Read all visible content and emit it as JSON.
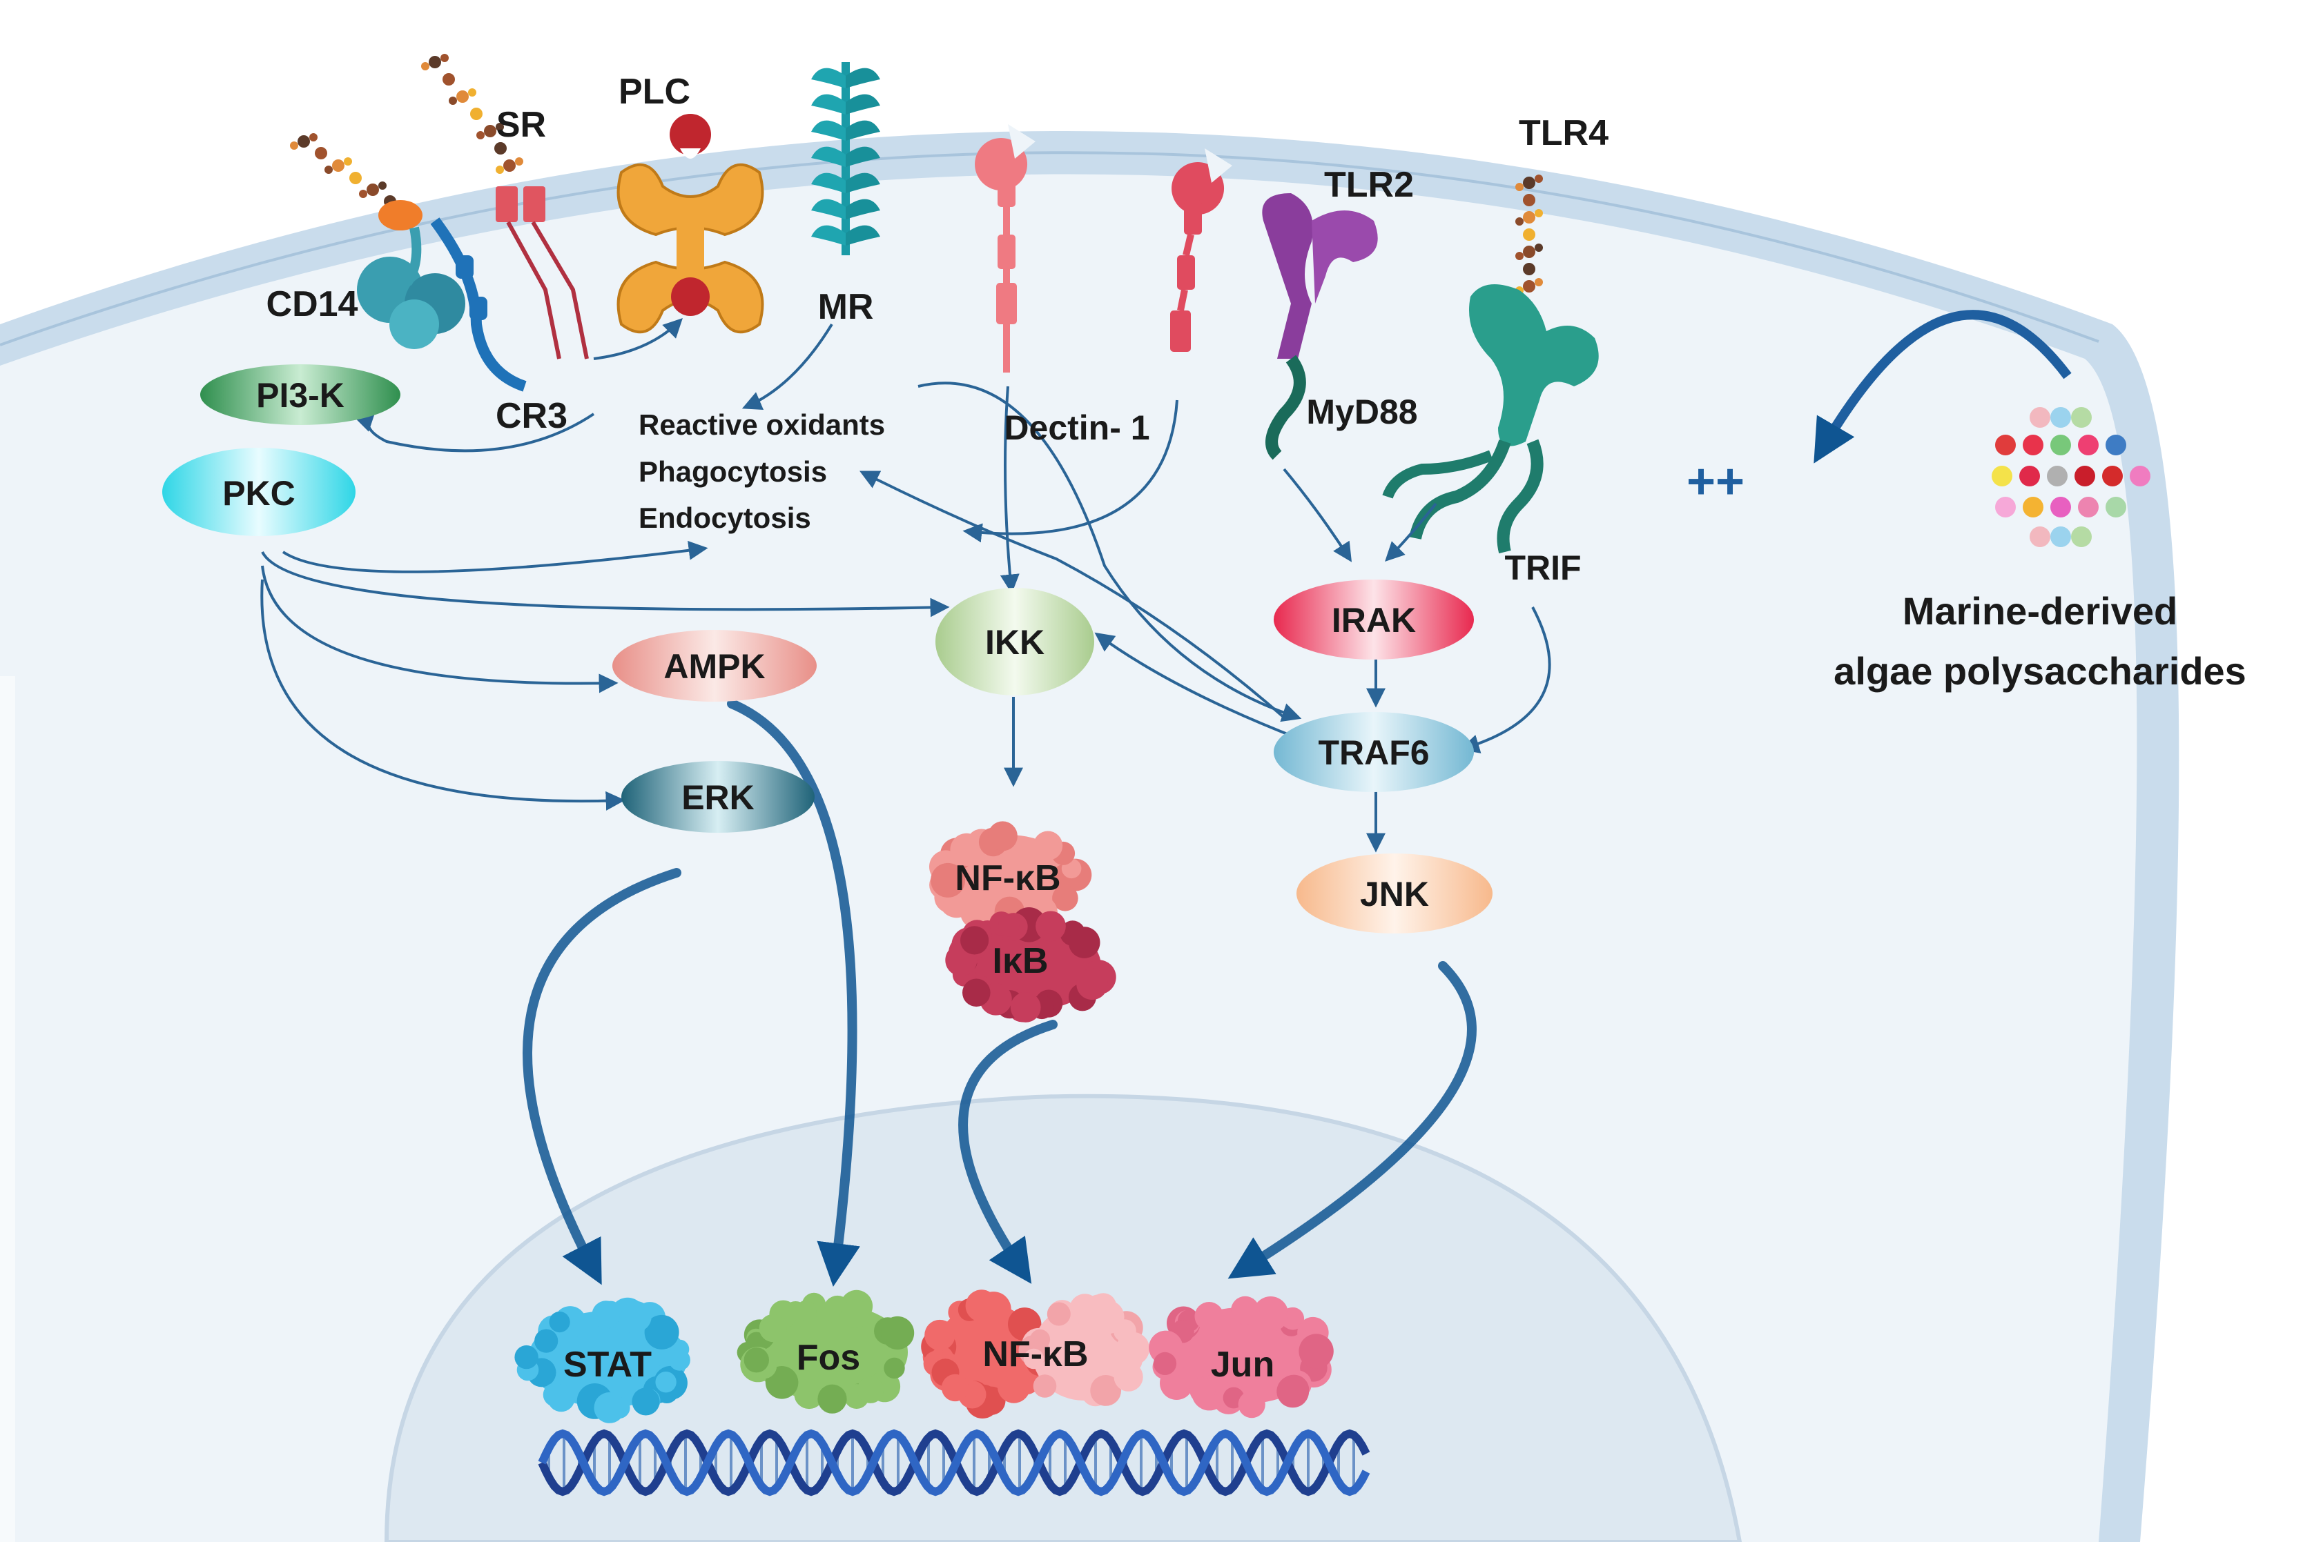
{
  "receptors": {
    "sr": "SR",
    "plc": "PLC",
    "mr": "MR",
    "tlr2": "TLR2",
    "tlr4": "TLR4",
    "cd14": "CD14",
    "cr3": "CR3",
    "dectin1": "Dectin- 1",
    "myd88": "MyD88",
    "trif": "TRIF"
  },
  "nodes": {
    "pi3k": "PI3-K",
    "pkc": "PKC",
    "ampk": "AMPK",
    "erk": "ERK",
    "ikk": "IKK",
    "irak": "IRAK",
    "traf6": "TRAF6",
    "jnk": "JNK",
    "nfkb_cyto": "NF-κB",
    "ikb": "IκB"
  },
  "responses": {
    "line1": "Reactive oxidants",
    "line2": "Phagocytosis",
    "line3": "Endocytosis"
  },
  "nucleus": {
    "stat": "STAT",
    "fos": "Fos",
    "nfkb": "NF-κB",
    "jun": "Jun"
  },
  "stimulus": {
    "plus": "++",
    "line1": "Marine-derived",
    "line2": "algae polysaccharides"
  },
  "colors": {
    "arrow": "#2a6496",
    "membrane": "#c9dcec",
    "cytoplasm": "#eef4f9",
    "nucleus": "#dde8f1"
  }
}
